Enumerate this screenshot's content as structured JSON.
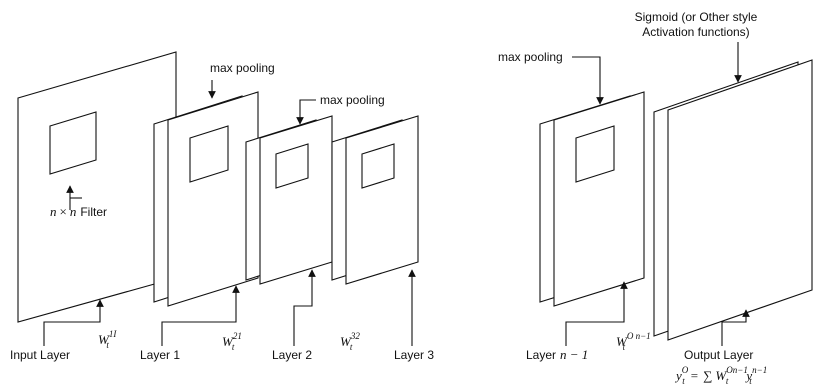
{
  "labels": {
    "max_pooling_1": "max pooling",
    "max_pooling_2": "max pooling",
    "max_pooling_3": "max pooling",
    "sigmoid_line1": "Sigmoid (or Other style",
    "sigmoid_line2": "Activation functions)",
    "filter_n1": "n",
    "filter_times": "×",
    "filter_n2": "n",
    "filter_word": "Filter",
    "input_layer": "Input Layer",
    "layer1": "Layer 1",
    "layer2": "Layer 2",
    "layer3": "Layer 3",
    "layer_n_prefix": "Layer",
    "layer_n_math": "n − 1",
    "output_layer": "Output Layer"
  },
  "weights": {
    "w1": {
      "base": "W",
      "sub": "t",
      "sup": "1I"
    },
    "w2": {
      "base": "W",
      "sub": "t",
      "sup": "21"
    },
    "w3": {
      "base": "W",
      "sub": "t",
      "sup": "32"
    },
    "wn": {
      "base": "W",
      "sub": "t",
      "sup": "O n−1"
    }
  },
  "formula": {
    "lhs_base": "y",
    "lhs_sub": "t",
    "lhs_sup": "O",
    "eq": "=",
    "sum": "∑",
    "w_base": "W",
    "w_sub": "t",
    "w_sup": "On−1",
    "y_base": "y",
    "y_sub": "t",
    "y_sup": "n−1"
  }
}
